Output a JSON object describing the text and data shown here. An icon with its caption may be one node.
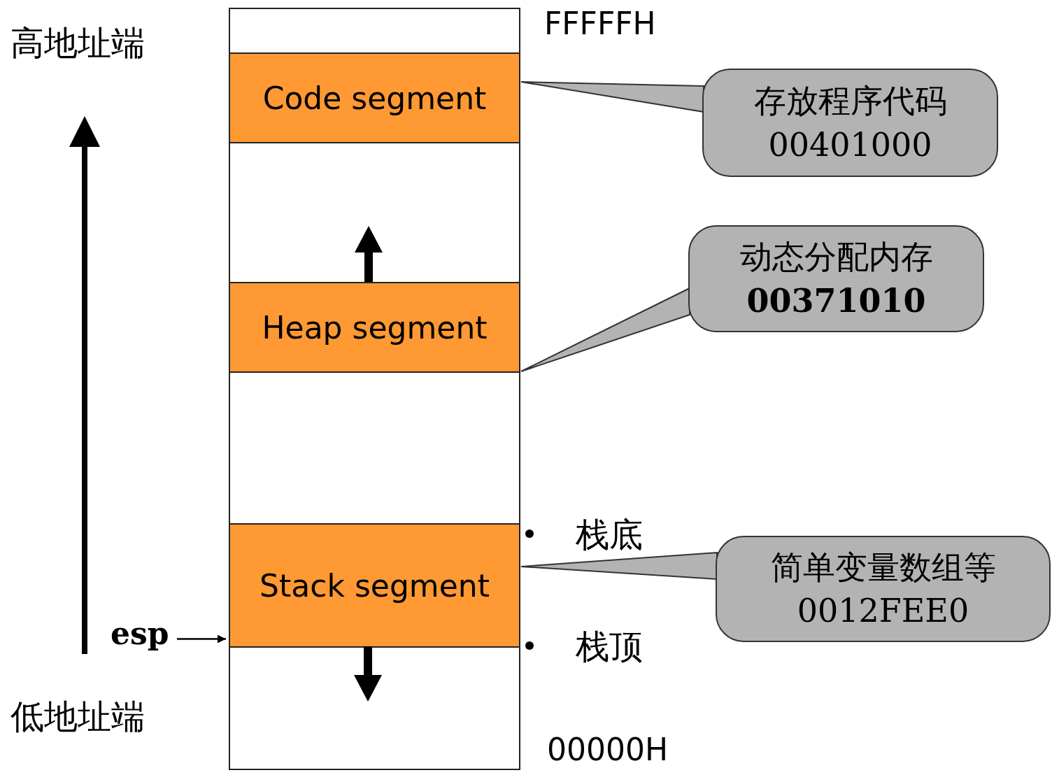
{
  "diagram": {
    "nodes": [
      {
        "text": [],
        "shape": "box"
      },
      {
        "text": [
          "Code segment"
        ],
        "in": 0
      },
      {
        "text": [
          "Heap segment"
        ],
        "in": 0
      },
      {
        "text": [
          "Stack segment"
        ],
        "in": 0
      },
      {
        "text": [
          "存放程序代码",
          "00401000"
        ]
      },
      {
        "text": [
          "动态分配内存",
          "00371010"
        ]
      },
      {
        "text": [
          "简单变量数组等",
          "0012FEE0"
        ]
      },
      {
        "text": [
          "esp"
        ]
      }
    ],
    "edges": [
      {
        "from": 4,
        "to": 1,
        "arrow": "none"
      },
      {
        "from": 5,
        "to": 2,
        "arrow": "none"
      },
      {
        "from": 6,
        "to": 3,
        "arrow": "none"
      },
      {
        "from": 7,
        "to": 3,
        "arrow": "to"
      }
    ],
    "labels": [
      "高地址端",
      "FFFFFH",
      "栈底",
      "栈顶",
      "低地址端",
      "00000H"
    ]
  }
}
